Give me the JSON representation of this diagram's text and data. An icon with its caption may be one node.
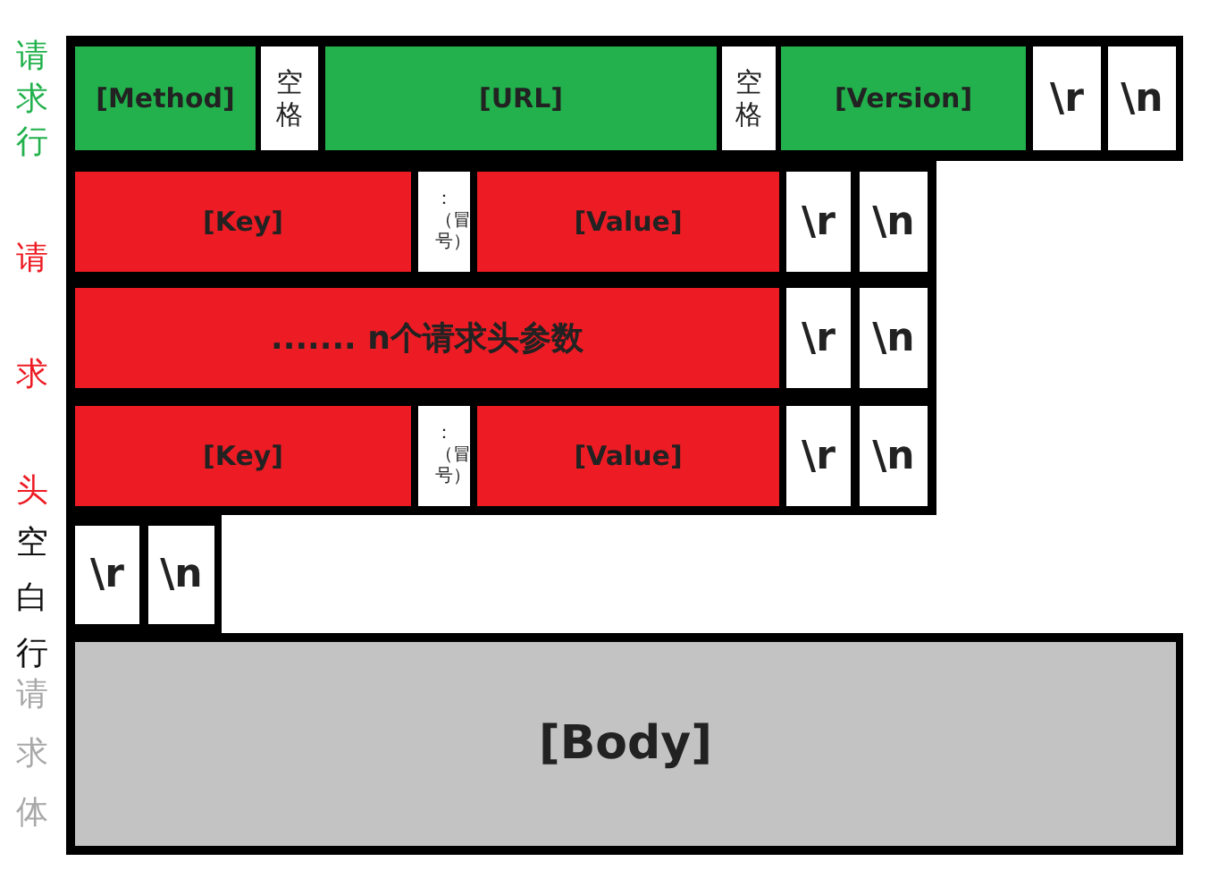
{
  "diagram": {
    "nodes": [
      {
        "text": [
          "[Method]"
        ]
      },
      {
        "text": [
          "空格"
        ]
      },
      {
        "text": [
          "[URL]"
        ]
      },
      {
        "text": [
          "空格"
        ]
      },
      {
        "text": [
          "[Version]"
        ]
      },
      {
        "text": [
          "\\r"
        ]
      },
      {
        "text": [
          "\\n"
        ]
      },
      {
        "text": [
          "[Key]"
        ]
      },
      {
        "text": [
          "：（冒号）"
        ]
      },
      {
        "text": [
          "[Value]"
        ]
      },
      {
        "text": [
          "\\r"
        ]
      },
      {
        "text": [
          "\\n"
        ]
      },
      {
        "text": [
          "....... n个请求头参数"
        ]
      },
      {
        "text": [
          "\\r"
        ]
      },
      {
        "text": [
          "\\n"
        ]
      },
      {
        "text": [
          "[Key]"
        ]
      },
      {
        "text": [
          "：（冒号）"
        ]
      },
      {
        "text": [
          "[Value]"
        ]
      },
      {
        "text": [
          "\\r"
        ]
      },
      {
        "text": [
          "\\n"
        ]
      },
      {
        "text": [
          "\\r"
        ]
      },
      {
        "text": [
          "\\n"
        ]
      },
      {
        "text": [
          "[Body]"
        ]
      }
    ],
    "labels": [
      "请求行",
      "请求头",
      "空白行",
      "请求体"
    ]
  }
}
